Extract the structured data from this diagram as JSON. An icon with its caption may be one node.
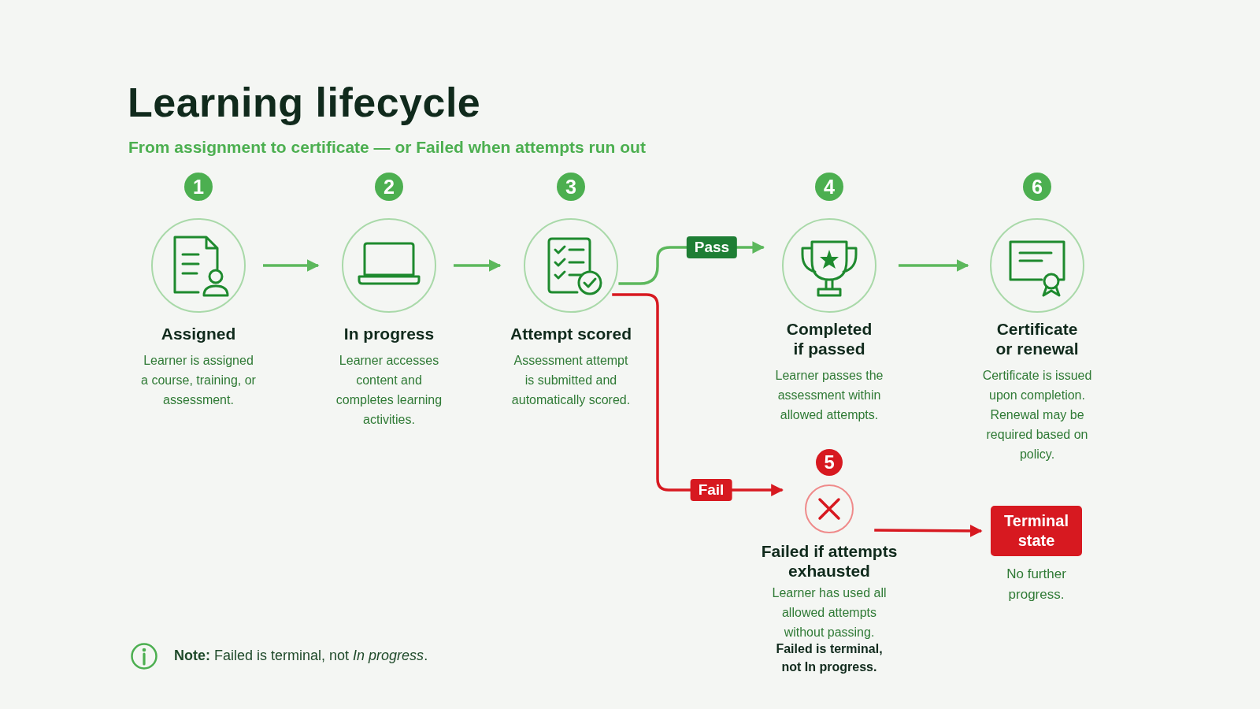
{
  "diagram": {
    "title": "Learning lifecycle",
    "nodes": [
      {
        "text": [
          "Assigned",
          "Learner is assigned a course, training, or assessment."
        ],
        "beside": [
          "1"
        ]
      },
      {
        "text": [
          "In progress",
          "Learner accesses content and completes learning activities."
        ],
        "beside": [
          "2"
        ]
      },
      {
        "text": [
          "Attempt scored",
          "Assessment attempt is submitted and automatically scored."
        ],
        "beside": [
          "3"
        ]
      },
      {
        "text": [
          "Completed if passed",
          "Learner passes the assessment within allowed attempts."
        ],
        "beside": [
          "4"
        ]
      },
      {
        "text": [
          "Certificate or renewal",
          "Certificate is issued upon completion. Renewal may be required based on policy."
        ],
        "beside": [
          "6"
        ]
      },
      {
        "text": [
          "Failed if attempts exhausted",
          "Learner has used all allowed attempts without passing."
        ],
        "beside": [
          "5"
        ]
      },
      {
        "text": [
          "Terminal state"
        ],
        "beside": [
          "No further progress."
        ]
      }
    ],
    "edges": [
      {
        "from": 0,
        "to": 1,
        "arrow": "to"
      },
      {
        "from": 1,
        "to": 2,
        "arrow": "to"
      },
      {
        "from": 2,
        "to": 3,
        "arrow": "to",
        "label": "Pass"
      },
      {
        "from": 3,
        "to": 4,
        "arrow": "to"
      },
      {
        "from": 2,
        "to": 5,
        "arrow": "to",
        "label": "Fail",
        "color": "#d71920"
      },
      {
        "from": 5,
        "to": 6,
        "arrow": "to",
        "color": "#d71920"
      }
    ],
    "labels": [
      "From assignment to certificate — or Failed when attempts run out",
      "**Note:** Failed is terminal, not *In progress*.",
      "Failed is terminal, not In progress."
    ]
  }
}
